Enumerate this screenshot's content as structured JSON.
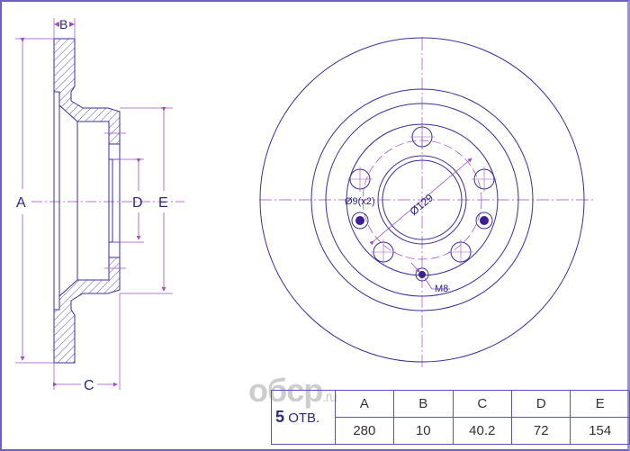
{
  "drawing": {
    "title": "Brake disc technical drawing",
    "side_view_labels": {
      "A": "A",
      "B": "B",
      "C": "C",
      "D": "D",
      "E": "E"
    },
    "front_view_annotations": {
      "bolt_circle": "Ø129",
      "holes": "Ø9(x2)",
      "thread": "M8"
    },
    "colors": {
      "outline": "#3a2f9e",
      "dimension": "#a04ec0",
      "frame": "#6a60c8",
      "filled_hole": "#3a2090"
    }
  },
  "specs_table": {
    "holes_count": "5",
    "holes_suffix": "ОТВ.",
    "headers": [
      "A",
      "B",
      "C",
      "D",
      "E"
    ],
    "values": [
      "280",
      "10",
      "40.2",
      "72",
      "154"
    ]
  },
  "watermark": {
    "text": "oбcp",
    "suffix": ".ru"
  }
}
